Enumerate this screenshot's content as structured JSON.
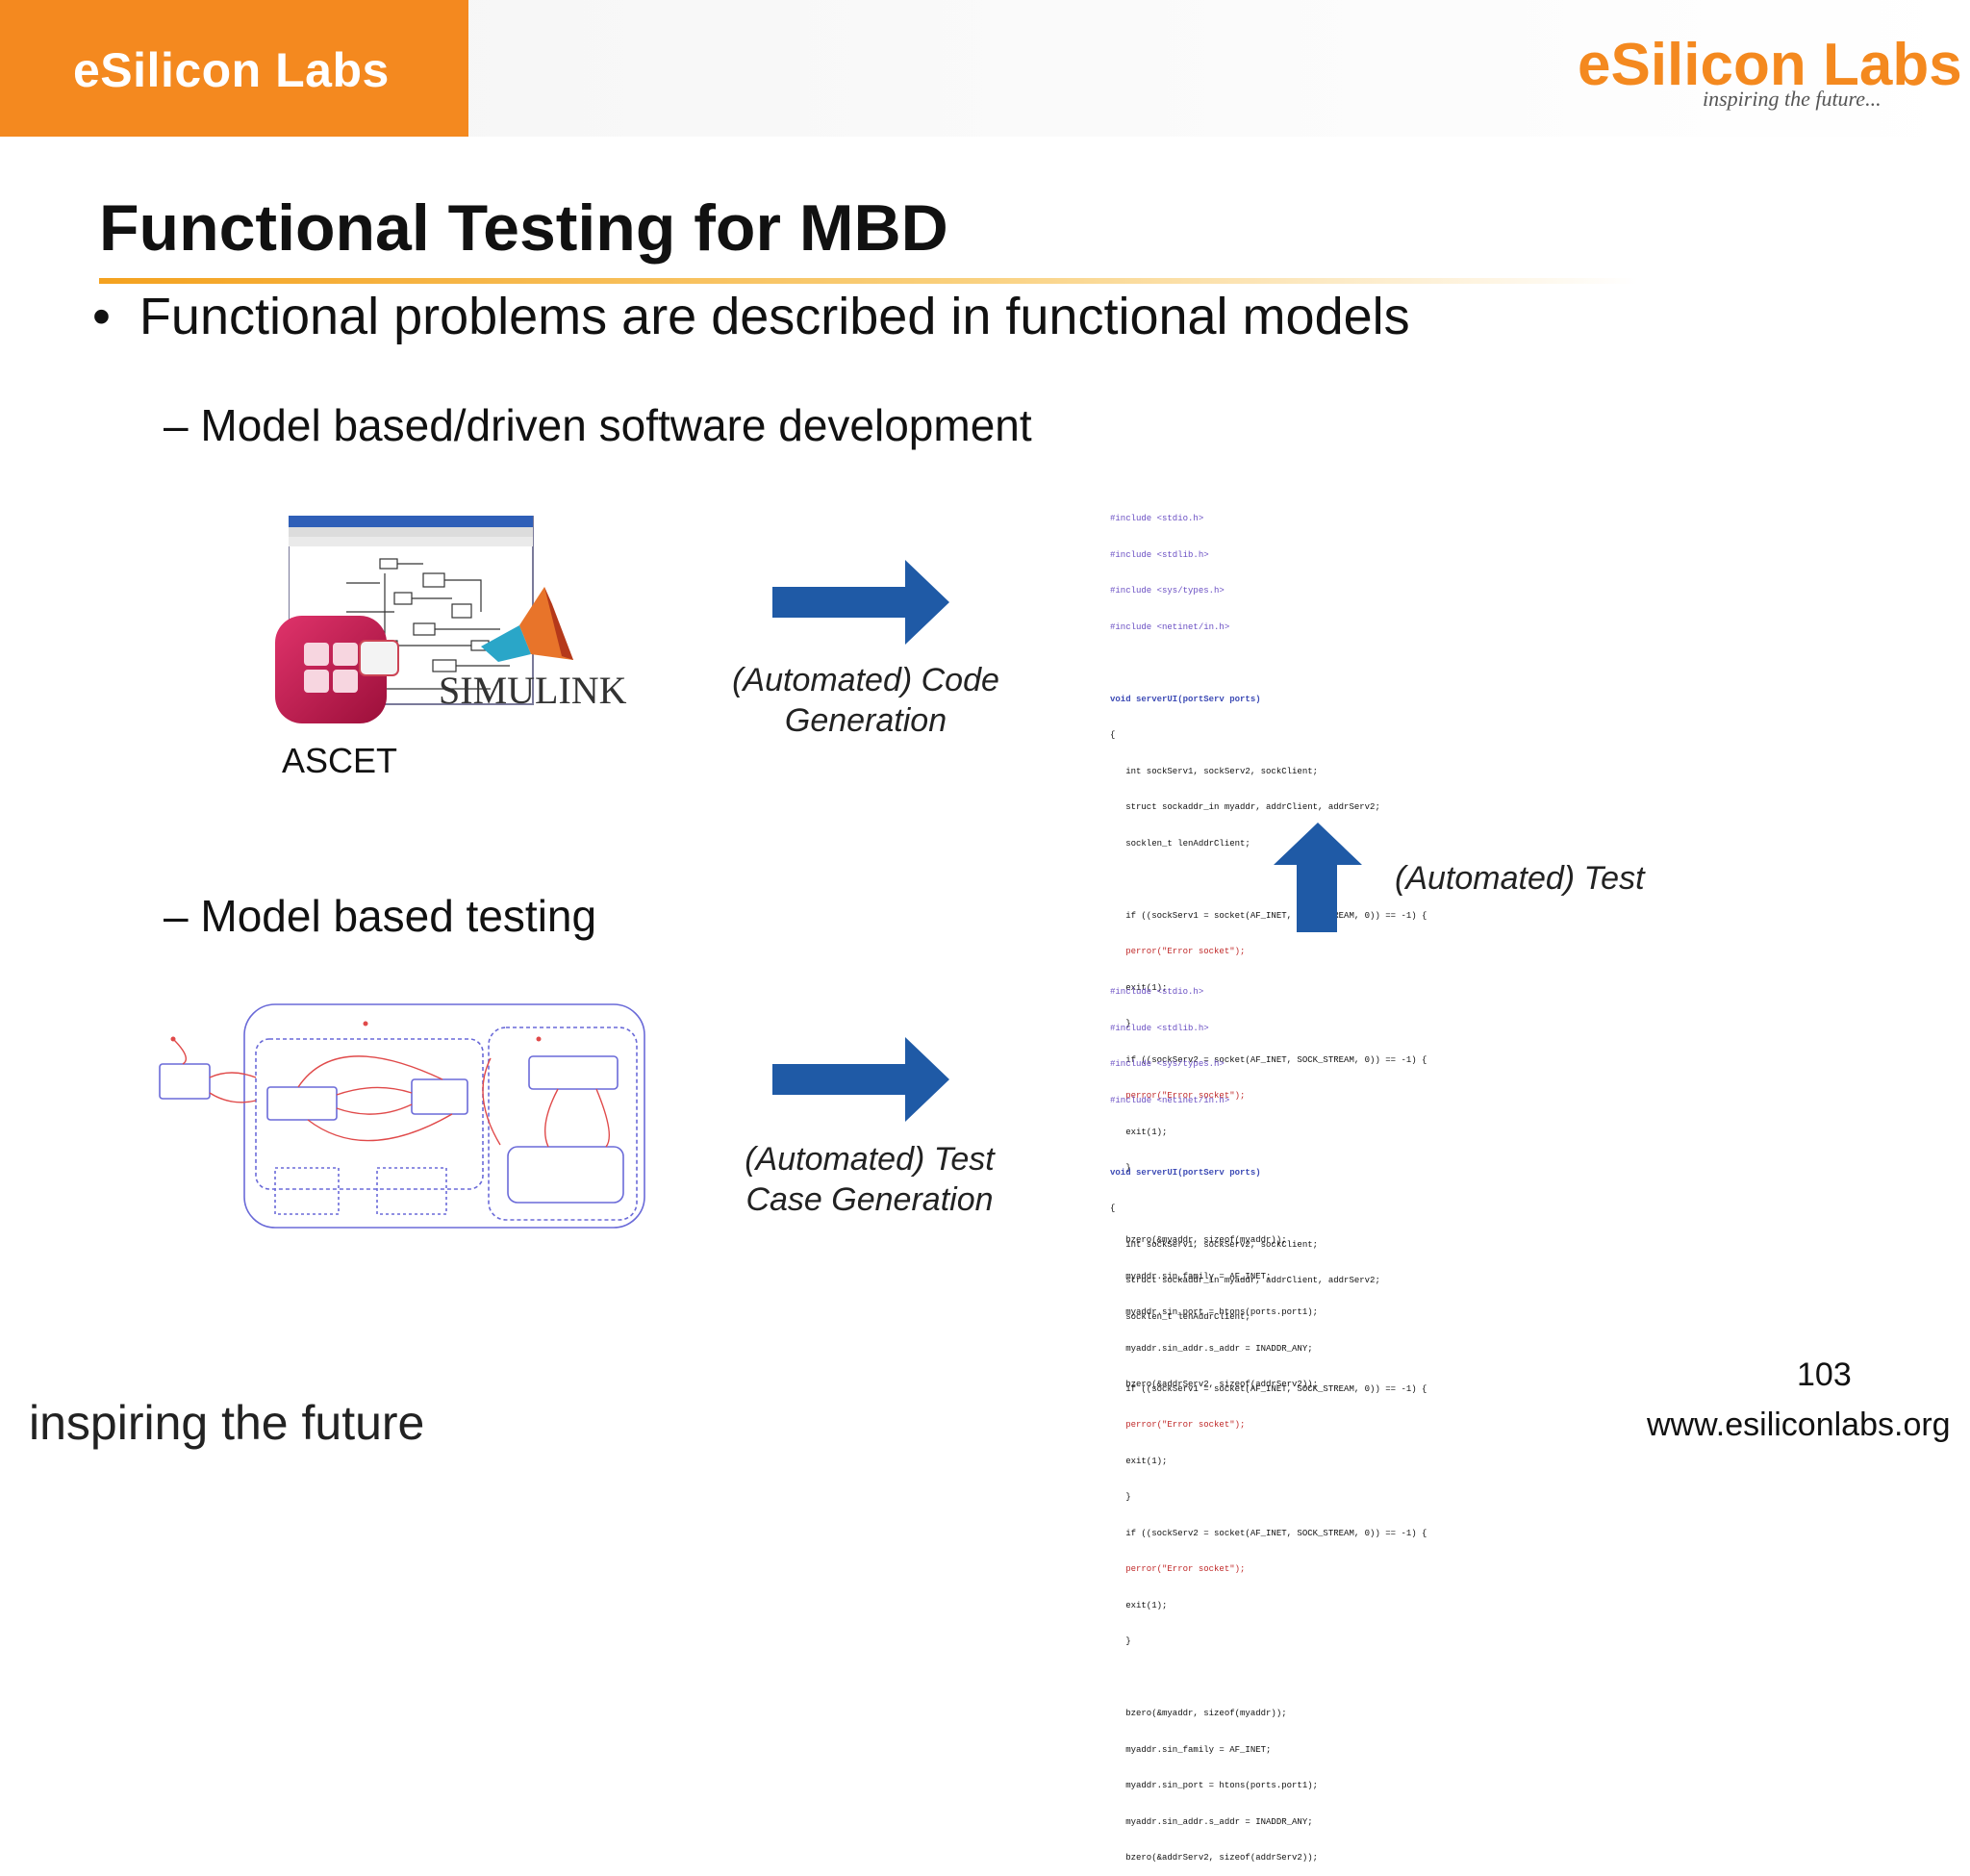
{
  "header": {
    "brand_label": "eSilicon Labs",
    "logo": {
      "text": "eSilicon Labs",
      "tagline": "inspiring the future..."
    }
  },
  "title": "Functional Testing for MBD",
  "bullet": "Functional problems are described in functional models",
  "subpoints": {
    "mbd": "Model based/driven software development",
    "mbt": "Model based testing"
  },
  "tools": {
    "simulink": "SIMULINK",
    "ascet": "ASCET"
  },
  "captions": {
    "code_gen": [
      "(Automated) Code",
      "Generation"
    ],
    "test": "(Automated) Test",
    "test_case_gen": [
      "(Automated) Test",
      "Case Generation"
    ]
  },
  "code_lines": [
    "#include <stdio.h>",
    "#include <stdlib.h>",
    "#include <sys/types.h>",
    "#include <netinet/in.h>",
    "",
    "void serverUI(portServ ports)",
    "{",
    "   int sockServ1, sockServ2, sockClient;",
    "   struct sockaddr_in myaddr, addrClient, addrServ2;",
    "   socklen_t lenAddrClient;",
    "",
    "   if ((sockServ1 = socket(AF_INET, SOCK_STREAM, 0)) == -1) {",
    "   perror(\"Error socket\");",
    "   exit(1);",
    "   }",
    "   if ((sockServ2 = socket(AF_INET, SOCK_STREAM, 0)) == -1) {",
    "   perror(\"Error socket\");",
    "   exit(1);",
    "   }",
    "",
    "   bzero(&myaddr, sizeof(myaddr));",
    "   myaddr.sin_family = AF_INET;",
    "   myaddr.sin_port = htons(ports.port1);",
    "   myaddr.sin_addr.s_addr = INADDR_ANY;",
    "   bzero(&addrServ2, sizeof(addrServ2));"
  ],
  "footer": {
    "tagline": "inspiring the future",
    "page_number": "103",
    "url": "www.esiliconlabs.org"
  },
  "colors": {
    "brand_orange": "#f4891f",
    "arrow_blue": "#1f5aa6",
    "rule_gold": "#f4a21f"
  }
}
